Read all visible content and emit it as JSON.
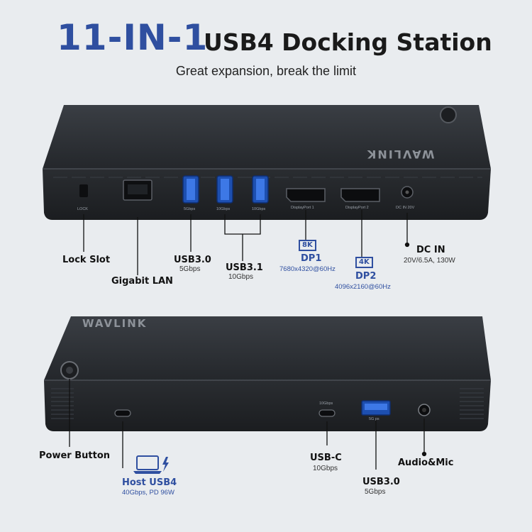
{
  "header": {
    "title_count": "11-IN-1",
    "title_product": "USB4 Docking Station",
    "subtitle": "Great expansion, break the limit"
  },
  "brand_text": "WAVLINK",
  "colors": {
    "accent": "#2f4fa0",
    "device": "#2b2e33",
    "background": "#e9ecef"
  },
  "front_panel": {
    "port_labels": {
      "lock": "LOCK",
      "usb30": "5Gbps",
      "usb31_a": "10Gbps",
      "usb31_b": "10Gbps",
      "dp1": "DisplayPort 1",
      "dp2": "DisplayPort 2",
      "dcin": "DC IN 20V"
    },
    "callouts": {
      "lock_slot": {
        "label": "Lock Slot"
      },
      "gigabit_lan": {
        "label": "Gigabit LAN"
      },
      "usb30": {
        "label": "USB3.0",
        "detail": "5Gbps"
      },
      "usb31": {
        "label": "USB3.1",
        "detail": "10Gbps"
      },
      "dp1": {
        "badge": "8K",
        "label": "DP1",
        "detail": "7680x4320@60Hz"
      },
      "dp2": {
        "badge": "4K",
        "label": "DP2",
        "detail": "4096x2160@60Hz"
      },
      "dc_in": {
        "label": "DC IN",
        "detail": "20V/6.5A, 130W"
      }
    }
  },
  "back_panel": {
    "port_labels": {
      "usbc": "10Gbps",
      "usb30": "5G ps"
    },
    "callouts": {
      "power_button": {
        "label": "Power Button"
      },
      "host_usb4": {
        "label": "Host USB4",
        "detail": "40Gbps, PD 96W",
        "icon": "laptop-icon"
      },
      "usbc": {
        "label": "USB-C",
        "detail": "10Gbps"
      },
      "usb30": {
        "label": "USB3.0",
        "detail": "5Gbps"
      },
      "audio_mic": {
        "label": "Audio&Mic"
      }
    }
  }
}
